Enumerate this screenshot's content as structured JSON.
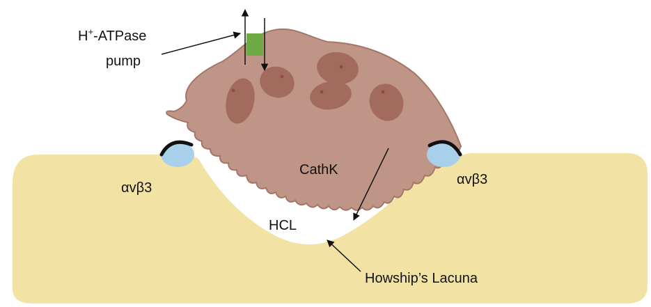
{
  "labels": {
    "pump_main": "H",
    "pump_sup": "+",
    "pump_rest": "-ATPase",
    "pump_line2": "pump",
    "integrin_left": "αvβ3",
    "integrin_right": "αvβ3",
    "cathk": "CathK",
    "hcl": "HCL",
    "lacuna": "Howship’s Lacuna"
  },
  "colors": {
    "bone": "#f2e2a4",
    "osteoclast": "#bf9587",
    "osteoclast_edge": "#a57668",
    "nucleus": "#a26b5d",
    "nucleolus": "#8a4f43",
    "pump": "#6fab45",
    "integrin": "#a9d0ea",
    "integrin_cap": "#111111",
    "arrow": "#111111"
  }
}
